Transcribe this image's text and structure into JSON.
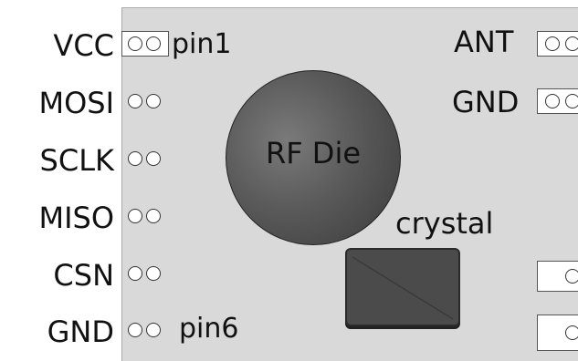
{
  "board": {
    "left_pins": [
      {
        "label": "VCC"
      },
      {
        "label": "MOSI"
      },
      {
        "label": "SCLK"
      },
      {
        "label": "MISO"
      },
      {
        "label": "CSN"
      },
      {
        "label": "GND"
      }
    ],
    "right_pins": [
      {
        "label": "ANT"
      },
      {
        "label": "GND"
      }
    ],
    "pin1_marker": "pin1",
    "pin6_marker": "pin6",
    "rf_die_label": "RF Die",
    "crystal_label": "crystal"
  },
  "colors": {
    "board": "#d9d9d9",
    "rf_die": "#5a5a5a",
    "crystal": "#4b4b4b"
  }
}
